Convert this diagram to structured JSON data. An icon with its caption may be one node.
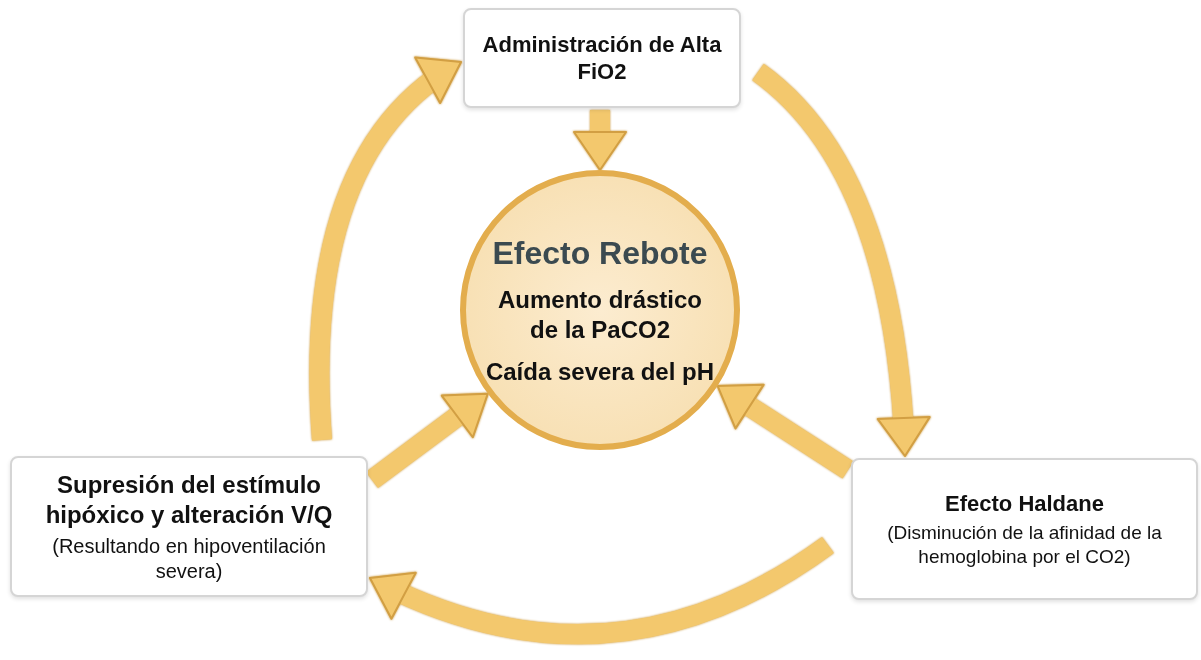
{
  "diagram": {
    "nodes": [
      {
        "text": [
          "Administración de Alta FiO2"
        ]
      },
      {
        "text": [
          "Efecto Rebote",
          "Aumento drástico de la PaCO2",
          "Caída severa del pH"
        ]
      },
      {
        "text": [
          "Supresión del estímulo hipóxico y alteración V/Q",
          "(Resultando en hipoventilación severa)"
        ]
      },
      {
        "text": [
          "Efecto Haldane",
          "(Disminución de la afinidad de la hemoglobina por el CO2)"
        ]
      }
    ],
    "edges": [
      {
        "from": 0,
        "to": 1,
        "arrow": "to"
      },
      {
        "from": 0,
        "to": 3,
        "arrow": "to"
      },
      {
        "from": 3,
        "to": 1,
        "arrow": "to"
      },
      {
        "from": 3,
        "to": 2,
        "arrow": "to"
      },
      {
        "from": 2,
        "to": 1,
        "arrow": "to"
      },
      {
        "from": 2,
        "to": 0,
        "arrow": "to"
      }
    ]
  }
}
